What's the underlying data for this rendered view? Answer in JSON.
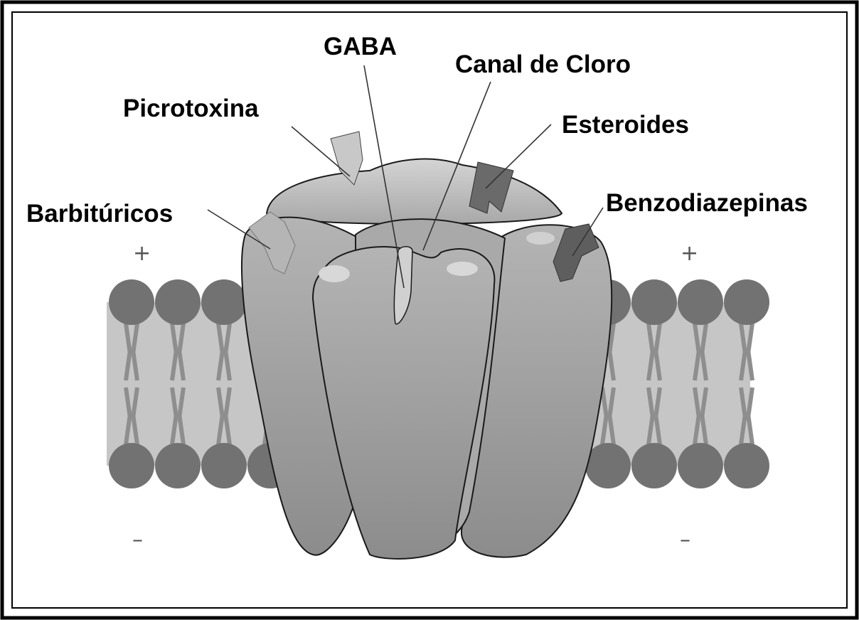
{
  "labels": {
    "gaba": "GABA",
    "canal_de_cloro": "Canal de Cloro",
    "picrotoxina": "Picrotoxina",
    "esteroides": "Esteroides",
    "barbituricos": "Barbitúricos",
    "benzodiazepinas": "Benzodiazepinas"
  },
  "membrane_signs": {
    "outer_left": "+",
    "outer_right": "+",
    "inner_left": "–",
    "inner_right": "–"
  },
  "colors": {
    "lipid_head": "#727272",
    "lipid_tail": "#8e8e8e",
    "membrane_band": "#c6c6c6",
    "receptor_body": "#9a9a9a",
    "receptor_highlight": "#c9c9c9",
    "outline": "#1a1a1a"
  }
}
